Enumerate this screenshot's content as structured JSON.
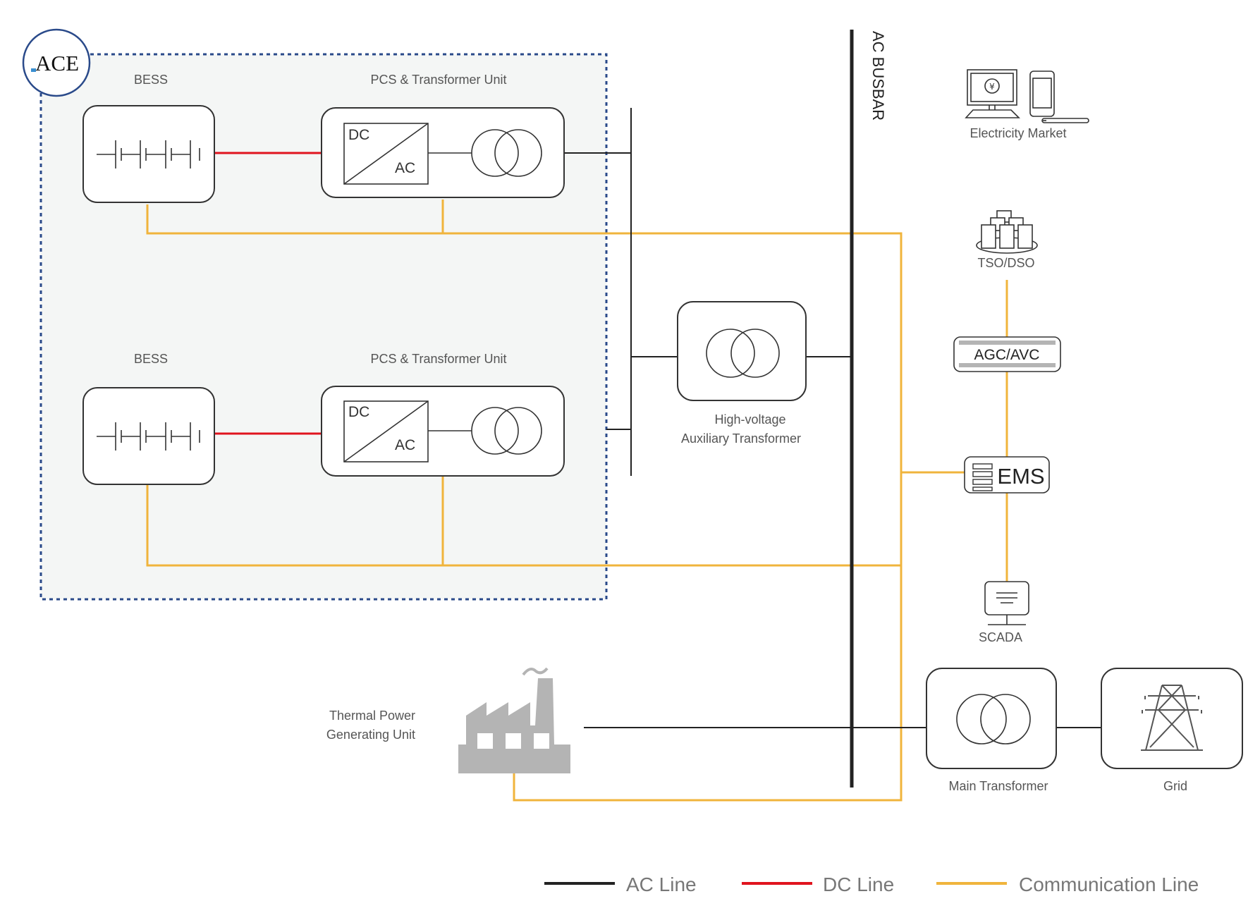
{
  "logo": {
    "text": "ACE"
  },
  "labels": {
    "bess_1": "BESS",
    "pcs_1": "PCS & Transformer Unit",
    "bess_2": "BESS",
    "pcs_2": "PCS & Transformer Unit",
    "dc": "DC",
    "ac": "AC",
    "busbar": "AC BUSBAR",
    "hv_aux_line1": "High-voltage",
    "hv_aux_line2": "Auxiliary Transformer",
    "electricity_market": "Electricity Market",
    "tso_dso": "TSO/DSO",
    "agc_avc": "AGC/AVC",
    "ems": "EMS",
    "scada": "SCADA",
    "thermal_line1": "Thermal Power",
    "thermal_line2": "Generating Unit",
    "main_transformer": "Main Transformer",
    "grid": "Grid"
  },
  "legend": [
    {
      "label": "AC Line",
      "color": "#222222"
    },
    {
      "label": "DC Line",
      "color": "#e0141e"
    },
    {
      "label": "Communication Line",
      "color": "#f0b43c"
    }
  ],
  "colors": {
    "ac_line": "#222222",
    "dc_line": "#e0141e",
    "comm_line": "#f0b43c",
    "group_border": "#2a4a8a",
    "group_fill": "#f4f6f5",
    "icon_gray": "#b4b4b4"
  },
  "icons": [
    "battery-icon",
    "dc-ac-converter-icon",
    "transformer-icon",
    "computer-icon",
    "phone-icon",
    "server-cluster-icon",
    "ems-server-icon",
    "scada-monitor-icon",
    "factory-icon",
    "transmission-tower-icon"
  ]
}
